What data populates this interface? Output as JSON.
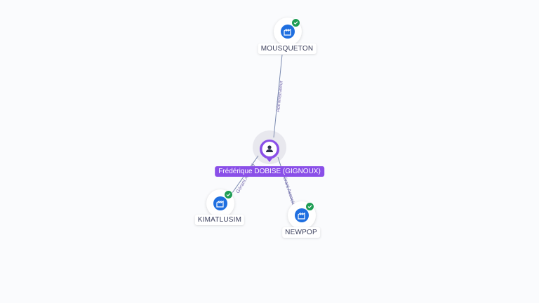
{
  "person": {
    "name": "Frédérique DOBISE (GIGNOUX)"
  },
  "companies": [
    {
      "id": "mousqueton",
      "name": "MOUSQUETON"
    },
    {
      "id": "kimatlusim",
      "name": "KIMATLUSIM"
    },
    {
      "id": "newpop",
      "name": "NEWPOP"
    }
  ],
  "links": [
    {
      "to": "mousqueton",
      "role": "Administrateur"
    },
    {
      "to": "kimatlusim",
      "role": "Gérant Associé"
    },
    {
      "to": "newpop",
      "role": "Gérant Associé"
    }
  ],
  "colors": {
    "person": "#8a4fe8",
    "company": "#1f6fe0",
    "verified": "#1f9d55",
    "edge": "#7a6fb0"
  }
}
